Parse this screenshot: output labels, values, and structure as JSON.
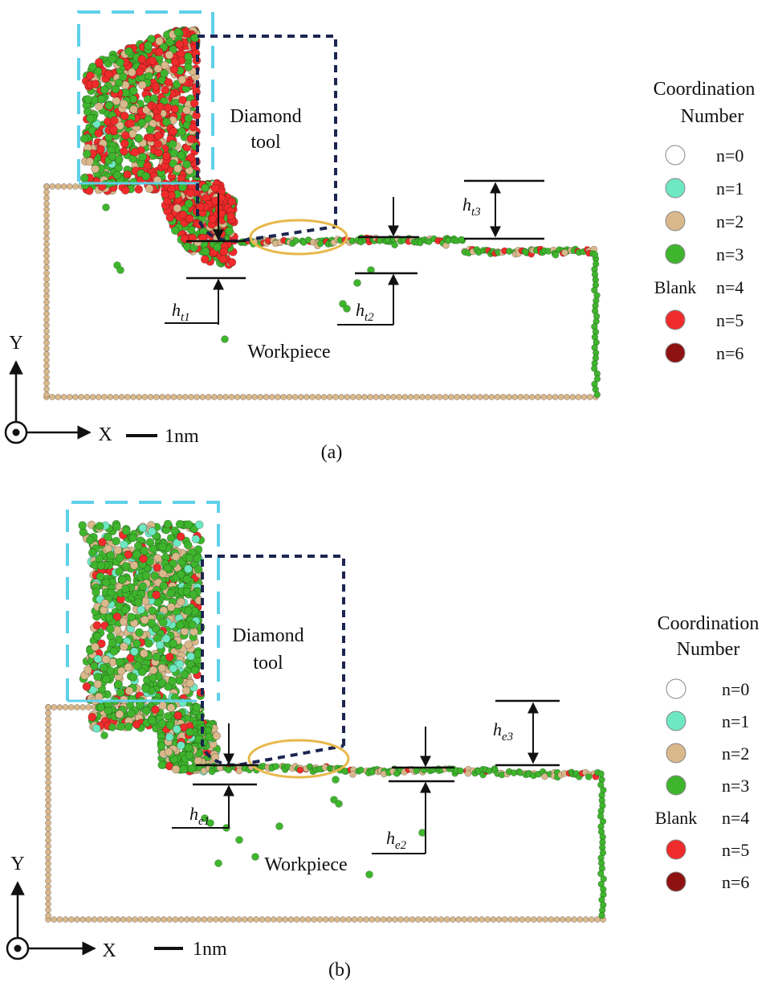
{
  "panels": [
    {
      "id": "a",
      "caption": "(a)",
      "tool_label_line1": "Diamond",
      "tool_label_line2": "tool",
      "workpiece_label": "Workpiece",
      "dims": [
        {
          "base": "h",
          "sub": "t1"
        },
        {
          "base": "h",
          "sub": "t2"
        },
        {
          "base": "h",
          "sub": "t3"
        }
      ],
      "legend_title_line1": "Coordination",
      "legend_title_line2": "Number",
      "legend": [
        {
          "label": "n=0",
          "color": "#ffffff",
          "blank": false
        },
        {
          "label": "n=1",
          "color": "#6ee8c2",
          "blank": false
        },
        {
          "label": "n=2",
          "color": "#d9b88c",
          "blank": false
        },
        {
          "label": "n=3",
          "color": "#3fb52d",
          "blank": false
        },
        {
          "label": "n=4",
          "color": "",
          "blank": true,
          "blank_text": "Blank"
        },
        {
          "label": "n=5",
          "color": "#f02b2b",
          "blank": false
        },
        {
          "label": "n=6",
          "color": "#8e1212",
          "blank": false
        }
      ],
      "axis_y": "Y",
      "axis_x": "X",
      "scale_label": "1nm"
    },
    {
      "id": "b",
      "caption": "(b)",
      "tool_label_line1": "Diamond",
      "tool_label_line2": "tool",
      "workpiece_label": "Workpiece",
      "dims": [
        {
          "base": "h",
          "sub": "e1"
        },
        {
          "base": "h",
          "sub": "e2"
        },
        {
          "base": "h",
          "sub": "e3"
        }
      ],
      "legend_title_line1": "Coordination",
      "legend_title_line2": "Number",
      "legend": [
        {
          "label": "n=0",
          "color": "#ffffff",
          "blank": false
        },
        {
          "label": "n=1",
          "color": "#6ee8c2",
          "blank": false
        },
        {
          "label": "n=2",
          "color": "#d9b88c",
          "blank": false
        },
        {
          "label": "n=3",
          "color": "#3fb52d",
          "blank": false
        },
        {
          "label": "n=4",
          "color": "",
          "blank": true,
          "blank_text": "Blank"
        },
        {
          "label": "n=5",
          "color": "#f02b2b",
          "blank": false
        },
        {
          "label": "n=6",
          "color": "#8e1212",
          "blank": false
        }
      ],
      "axis_y": "Y",
      "axis_x": "X",
      "scale_label": "1nm"
    }
  ],
  "colors": {
    "tool_outline": "#1c2550",
    "chip_box": "#5fd0ea",
    "ellipse": "#e8b84a",
    "boundary_atom": "#d9b88c",
    "green_atom": "#3fb52d",
    "red_atom": "#f02b2b",
    "cyan_atom": "#6ee8c2"
  }
}
